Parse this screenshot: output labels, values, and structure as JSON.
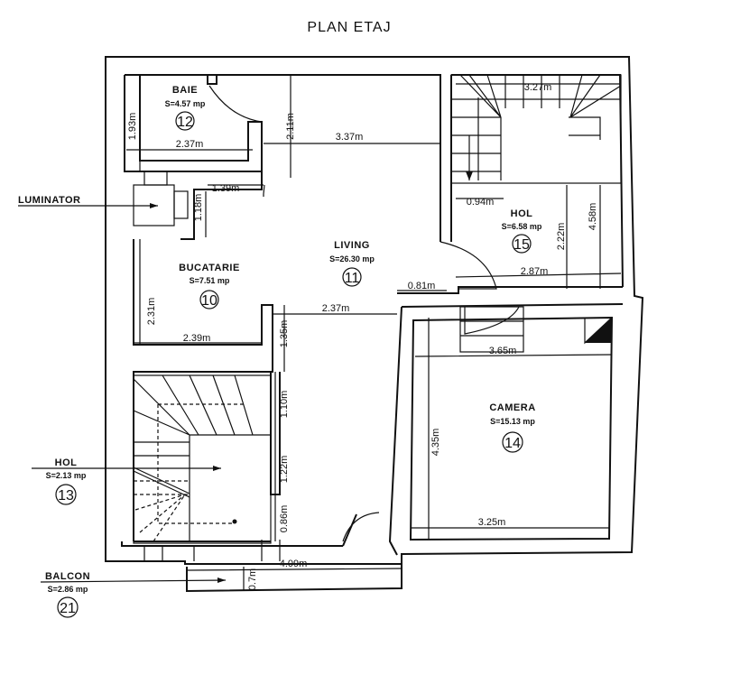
{
  "title": "PLAN ETAJ",
  "rooms": [
    {
      "name": "BAIE",
      "area": "S=4.57 mp",
      "number": "12"
    },
    {
      "name": "LIVING",
      "area": "S=26.30 mp",
      "number": "11"
    },
    {
      "name": "BUCATARIE",
      "area": "S=7.51 mp",
      "number": "10"
    },
    {
      "name": "HOL",
      "area": "S=6.58 mp",
      "number": "15"
    },
    {
      "name": "CAMERA",
      "area": "S=15.13 mp",
      "number": "14"
    },
    {
      "name": "HOL",
      "area": "S=2.13 mp",
      "number": "13"
    },
    {
      "name": "BALCON",
      "area": "S=2.86 mp",
      "number": "21"
    }
  ],
  "callouts": {
    "luminator": "LUMINATOR"
  },
  "dimensions": {
    "baie_height": "1.93m",
    "baie_width": "2.37m",
    "living_h1": "2.11m",
    "living_w1": "3.37m",
    "lum_w": "1.39m",
    "lum_h": "1.18m",
    "buc_h": "2.31m",
    "buc_w": "2.39m",
    "liv_h2": "1.35m",
    "liv_w2": "2.37m",
    "door_w": "0.81m",
    "hol15_w_top": "3.27m",
    "hol15_w_small": "0.94m",
    "hol15_h": "2.22m",
    "hol15_h2": "4.58m",
    "hol15_w": "2.87m",
    "cam_w_top": "3.65m",
    "cam_h": "4.35m",
    "cam_w_bottom": "3.25m",
    "stair_h1": "1.10m",
    "stair_h2": "1.22m",
    "stair_h3": "0.86m",
    "balcon_w": "4.09m",
    "balcon_h": "0.7m"
  }
}
